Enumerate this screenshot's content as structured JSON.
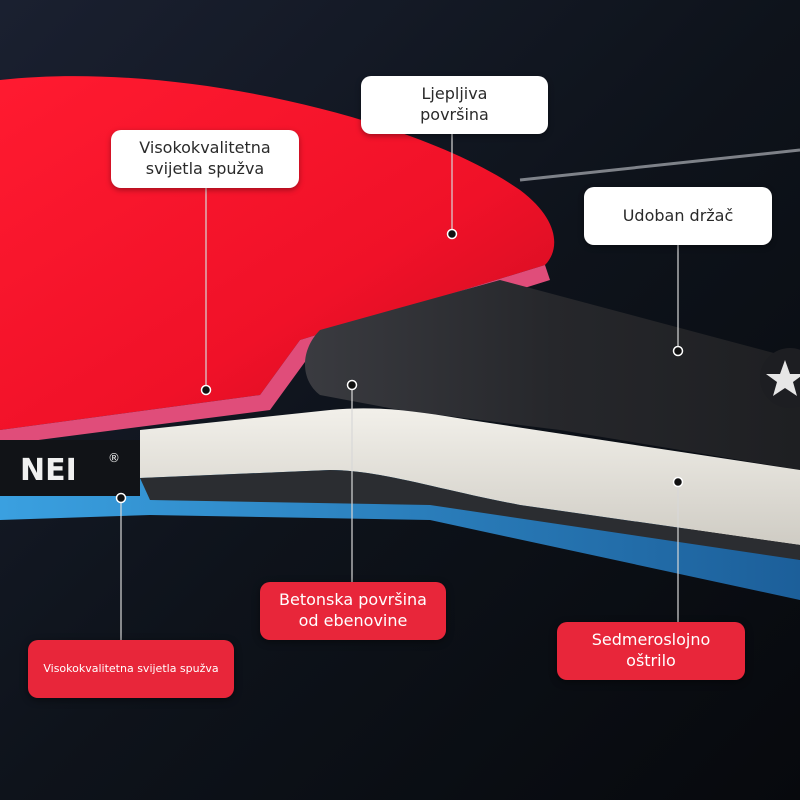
{
  "brand": {
    "logo_text": "NEI",
    "registered_mark": "®"
  },
  "callouts": {
    "sticky_surface": "Ljepljiva\npovršina",
    "light_sponge": "Visokokvalitetna\nsvijetla spužva",
    "comfortable_grip": "Udoban držač",
    "ebony_surface": "Betonska površina\nod ebenovine",
    "seven_layer_blade": "Sedmeroslojno\noštrilo",
    "light_sponge_small": "Visokokvalitetna svijetla spužva"
  },
  "colors": {
    "background": "#0d1016",
    "rubber_red": "#e8102a",
    "rubber_blue": "#2d8fd3",
    "handle_dark": "#2a2b2f",
    "wood_light": "#e9e7e1",
    "callout_red": "#e8263a",
    "callout_white": "#ffffff"
  }
}
